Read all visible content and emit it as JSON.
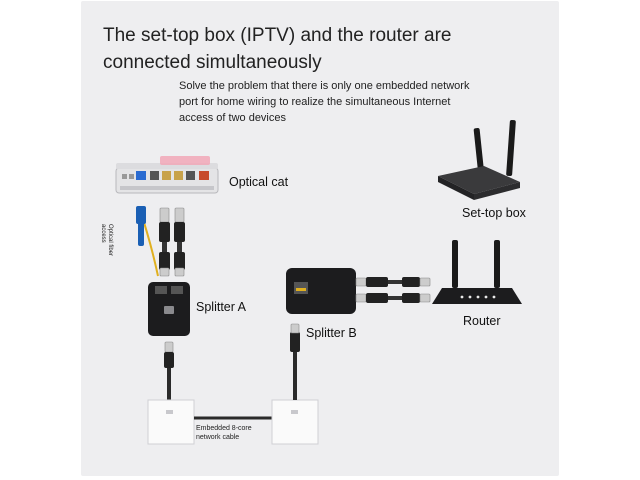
{
  "header": {
    "title": "The set-top box (IPTV) and the router are connected simultaneously",
    "subtitle": "Solve the problem that there is only one embedded network port for home wiring to realize the simultaneous Internet access of two devices"
  },
  "labels": {
    "optical_cat": "Optical cat",
    "set_top_box": "Set-top box",
    "splitter_a": "Splitter A",
    "router": "Router",
    "splitter_b": "Splitter B",
    "fiber_access_line1": "Optical fiber",
    "fiber_access_line2": "access",
    "cable_line1": "Embedded 8-core",
    "cable_line2": "network cable"
  },
  "colors": {
    "panel_background": "#eeeef0",
    "device_black": "#1c1c1e",
    "fiber_blue": "#1a5fb4",
    "fiber_yellow": "#e0b020",
    "wall_plate": "#fafafa"
  }
}
